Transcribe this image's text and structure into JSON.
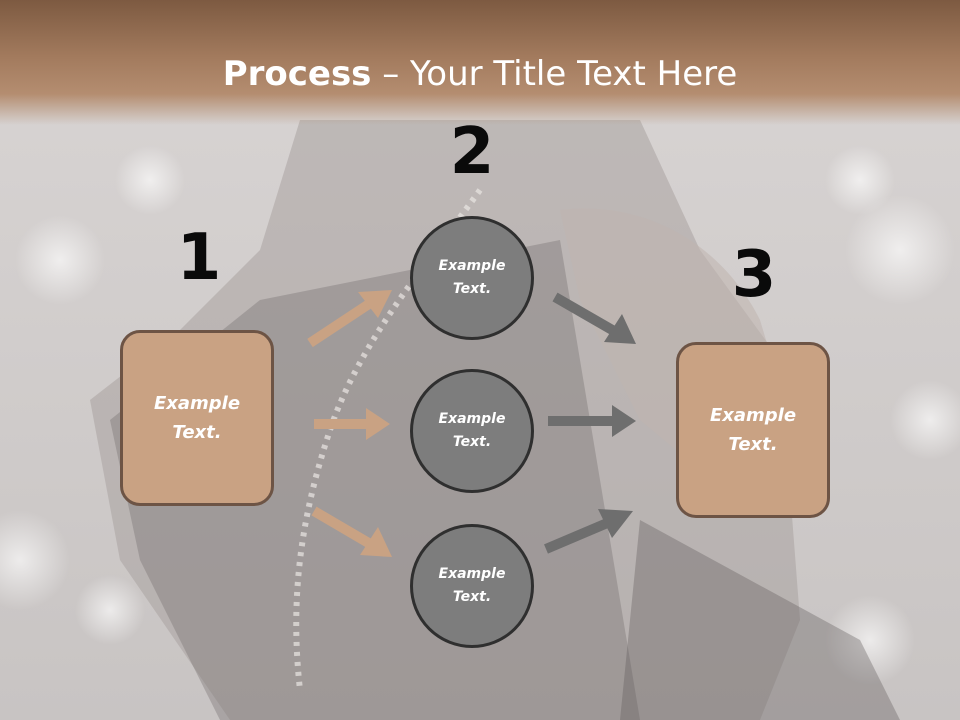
{
  "title": {
    "bold": "Process",
    "rest": " – Your Title Text Here"
  },
  "steps": {
    "one": "1",
    "two": "2",
    "three": "3"
  },
  "nodes": {
    "left_box": "Example Text.",
    "right_box": "Example Text.",
    "circle_top": "Example Text.",
    "circle_middle": "Example Text.",
    "circle_bottom": "Example Text."
  },
  "colors": {
    "title_bar": "#a27a5d",
    "box_fill": "#c9a283",
    "box_border": "#6d5445",
    "circle_fill": "#7d7d7d",
    "circle_border": "#2f2f2f",
    "arrow_tan": "#c9a283",
    "arrow_gray": "#6e6e6e"
  }
}
